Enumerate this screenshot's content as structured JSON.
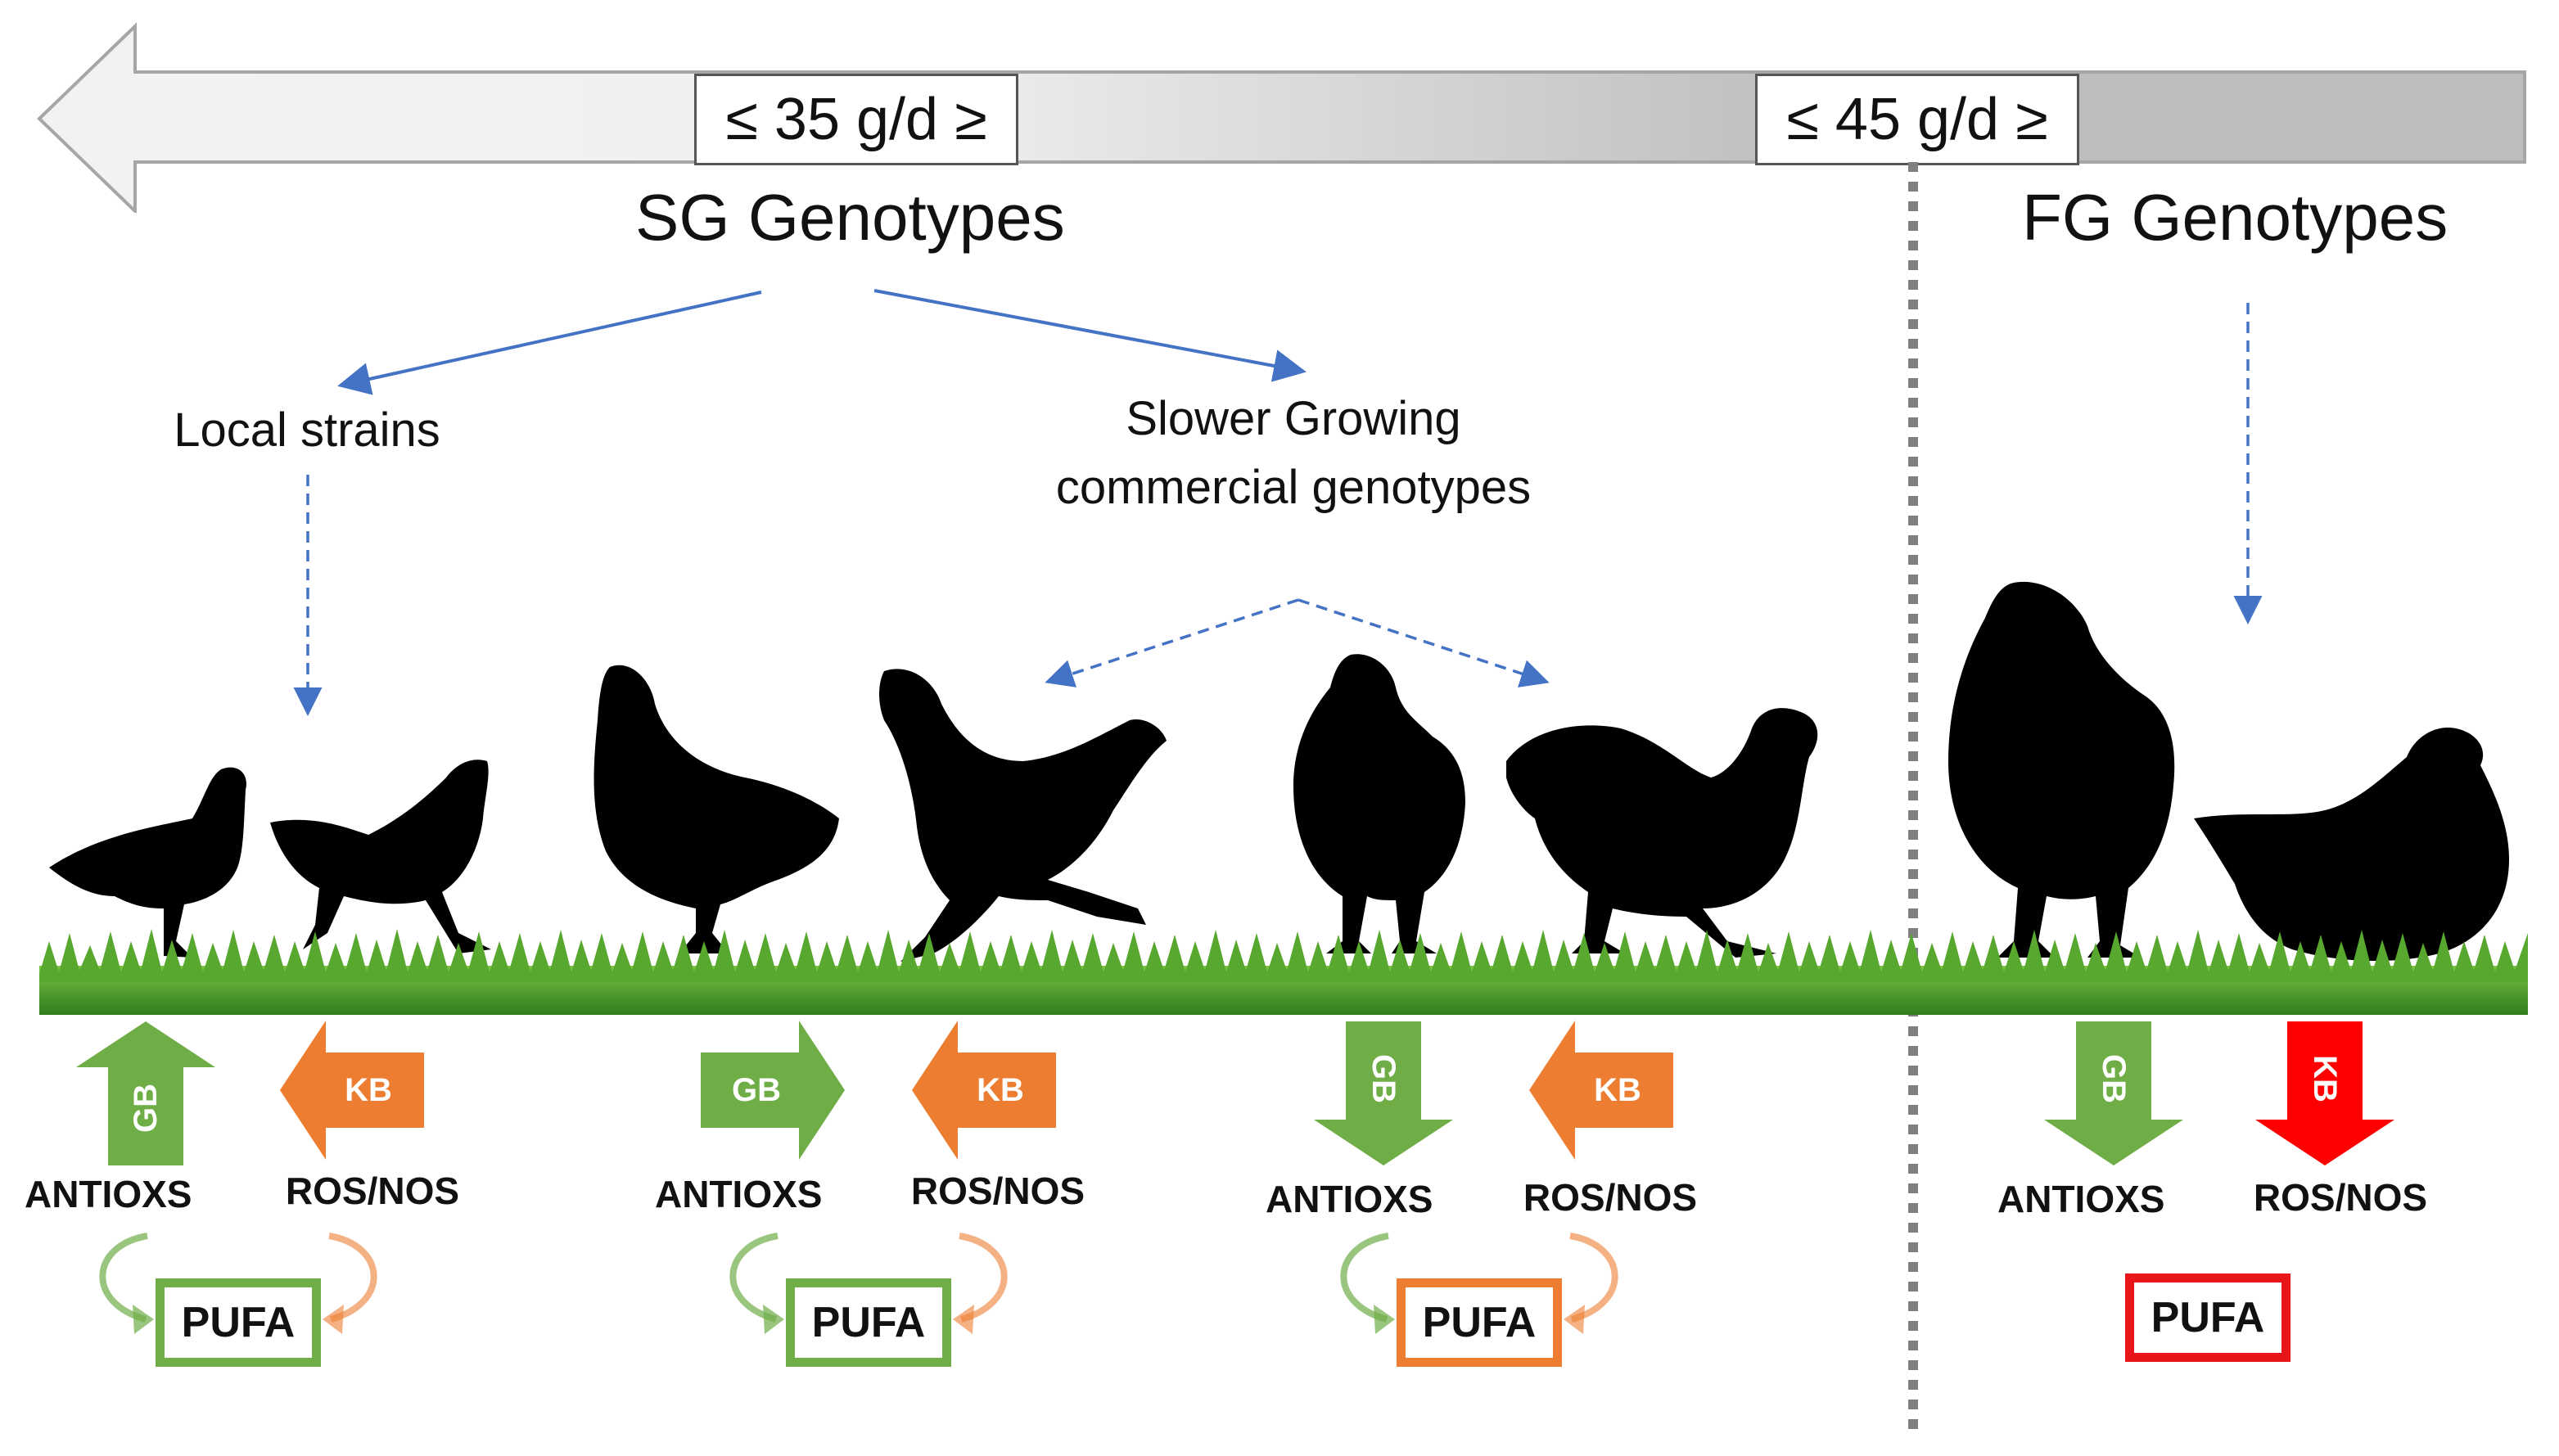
{
  "speed_bar": {
    "left_label": "≤ 35 g/d ≥",
    "right_label": "≤ 45 g/d ≥"
  },
  "groups": {
    "sg_title": "SG Genotypes",
    "fg_title": "FG Genotypes",
    "local_strains": "Local strains",
    "slower_growing_line1": "Slower Growing",
    "slower_growing_line2": "commercial genotypes"
  },
  "panels": [
    {
      "gb": "GB",
      "kb": "KB",
      "gb_direction": "up",
      "kb_direction": "left",
      "antioxs": "ANTIOXS",
      "ros_nos": "ROS/NOS",
      "pufa": "PUFA",
      "gb_color": "#6fad47",
      "kb_color": "#ed7d31",
      "pufa_border": "#6fad47"
    },
    {
      "gb": "GB",
      "kb": "KB",
      "gb_direction": "right",
      "kb_direction": "left",
      "antioxs": "ANTIOXS",
      "ros_nos": "ROS/NOS",
      "pufa": "PUFA",
      "gb_color": "#6fad47",
      "kb_color": "#ed7d31",
      "pufa_border": "#6fad47"
    },
    {
      "gb": "GB",
      "kb": "KB",
      "gb_direction": "down",
      "kb_direction": "left",
      "antioxs": "ANTIOXS",
      "ros_nos": "ROS/NOS",
      "pufa": "PUFA",
      "gb_color": "#6fad47",
      "kb_color": "#ed7d31",
      "pufa_border": "#ed7d31"
    },
    {
      "gb": "GB",
      "kb": "KB",
      "gb_direction": "down",
      "kb_direction": "down",
      "antioxs": "ANTIOXS",
      "ros_nos": "ROS/NOS",
      "pufa": "PUFA",
      "gb_color": "#6fad47",
      "kb_color": "#ff0000",
      "pufa_border": "#e8151b"
    }
  ],
  "colors": {
    "bar_gray": "#bfbfbf",
    "connector_blue": "#4472c4",
    "grass_green": "#3f9c25",
    "silhouette": "#000000"
  }
}
